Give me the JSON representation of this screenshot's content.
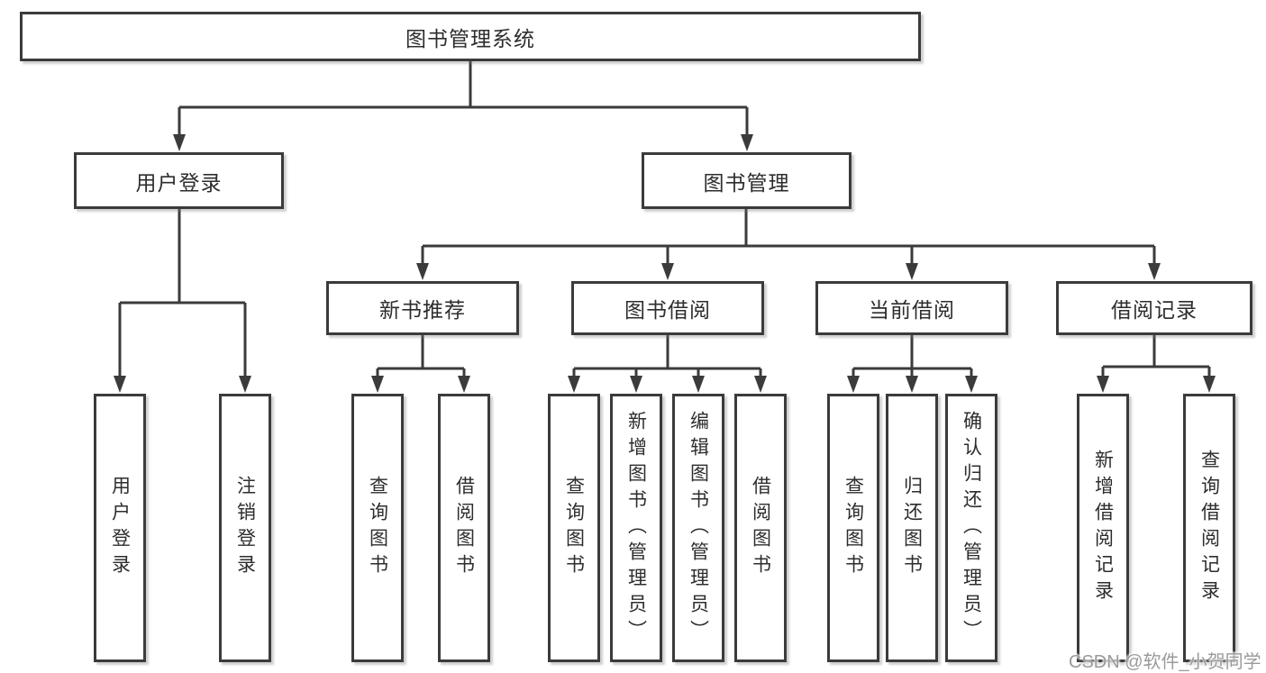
{
  "diagram": {
    "nodes": {
      "root": "图书管理系统",
      "user_login": "用户登录",
      "book_management": "图书管理",
      "new_book_recommend": "新书推荐",
      "book_borrow": "图书借阅",
      "current_borrow": "当前借阅",
      "borrow_records": "借阅记录",
      "leaf_user_login": "用户登录",
      "leaf_logout": "注销登录",
      "leaf_nb_query_book": "查询图书",
      "leaf_nb_borrow_book": "借阅图书",
      "leaf_bb_query_book": "查询图书",
      "leaf_bb_add_book_admin": "新增图书（管理员）",
      "leaf_bb_edit_book_admin": "编辑图书（管理员）",
      "leaf_bb_borrow_book": "借阅图书",
      "leaf_cb_query_book": "查询图书",
      "leaf_cb_return_book": "归还图书",
      "leaf_cb_confirm_return_admin": "确认归还（管理员）",
      "leaf_br_add_record": "新增借阅记录",
      "leaf_br_query_record": "查询借阅记录"
    }
  },
  "watermark": "CSDN @软件_小贺同学",
  "colors": {
    "line": "#3b3b3b",
    "text": "#2d2d2d",
    "watermark": "#9a9a9a",
    "background": "#ffffff"
  }
}
